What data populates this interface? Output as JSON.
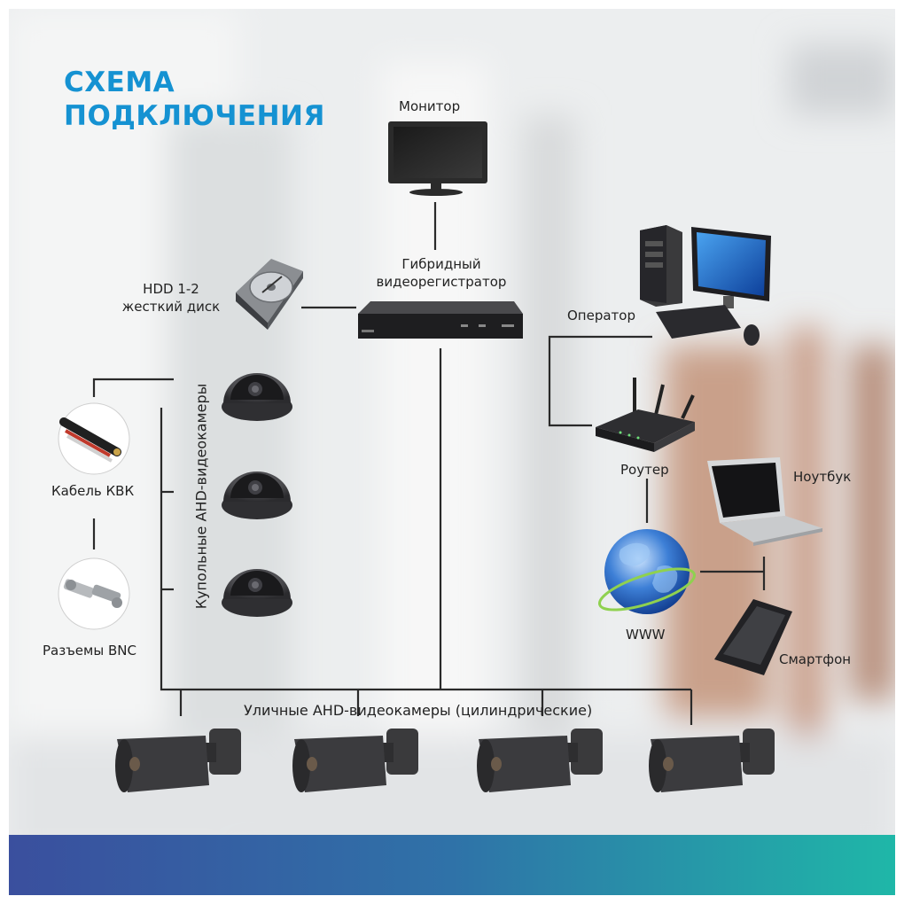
{
  "title": {
    "line1": "СХЕМА",
    "line2": "ПОДКЛЮЧЕНИЯ"
  },
  "labels": {
    "monitor": "Монитор",
    "dvr_line1": "Гибридный",
    "dvr_line2": "видеорегистратор",
    "hdd_line1": "HDD 1-2",
    "hdd_line2": "жесткий диск",
    "operator": "Оператор",
    "router": "Роутер",
    "laptop": "Ноутбук",
    "www": "WWW",
    "smartphone": "Смартфон",
    "cable": "Кабель КВК",
    "bnc": "Разъемы BNC",
    "dome_cameras": "Купольные AHD-видеокамеры",
    "street_cameras": "Уличные AHD-видеокамеры (цилиндрические)"
  },
  "colors": {
    "title": "#1592d2",
    "line": "#2a2a2a",
    "device": "#3a3a3c",
    "bar_start": "#3a4f9e",
    "bar_end": "#1fb7a8"
  },
  "icons": [
    "monitor-icon",
    "dvr-icon",
    "hdd-icon",
    "desktop-pc-icon",
    "router-icon",
    "globe-icon",
    "laptop-icon",
    "smartphone-icon",
    "cable-icon",
    "bnc-connector-icon",
    "dome-camera-icon",
    "bullet-camera-icon"
  ]
}
